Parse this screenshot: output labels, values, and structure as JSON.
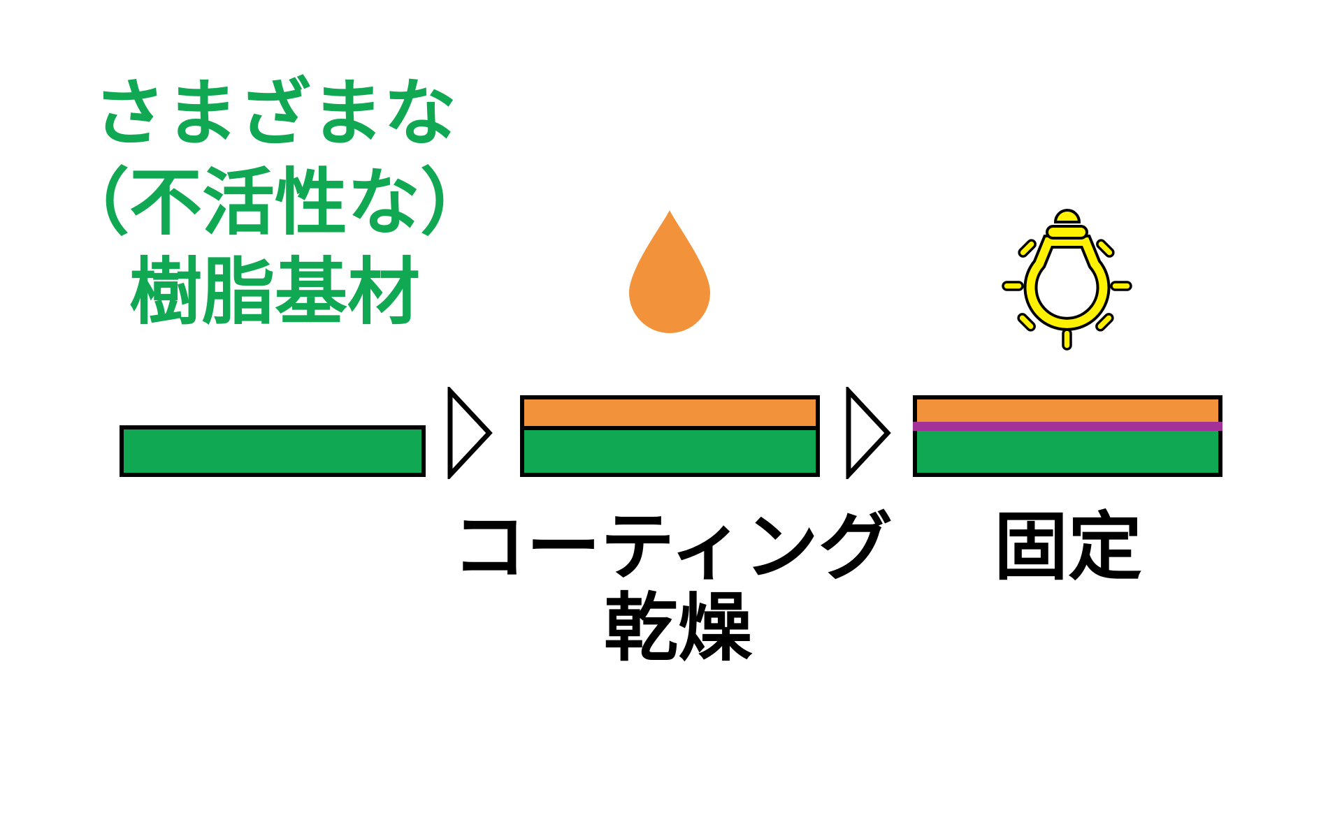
{
  "title": {
    "text": "さまざまな\n（不活性な）\n樹脂基材",
    "meaning": "Various (inert) resin substrates"
  },
  "steps": {
    "coating_label": "コーティング",
    "drying_label": "乾燥",
    "fixing_label": "固定"
  },
  "bars": [
    {
      "name": "substrate",
      "layers": [
        "green"
      ]
    },
    {
      "name": "coated-substrate",
      "layers": [
        "orange",
        "green"
      ]
    },
    {
      "name": "fixed-substrate",
      "layers": [
        "orange",
        "purple",
        "green"
      ]
    }
  ],
  "icons": {
    "droplet": "droplet-icon",
    "bulb": "light-bulb-icon",
    "arrows": "right-arrow-icon"
  },
  "colors": {
    "green": "#10A852",
    "orange": "#F2933C",
    "purple": "#A23198",
    "yellow": "#FFF100",
    "outline": "#000000",
    "label": "#000000",
    "bg": "#FFFFFF"
  }
}
